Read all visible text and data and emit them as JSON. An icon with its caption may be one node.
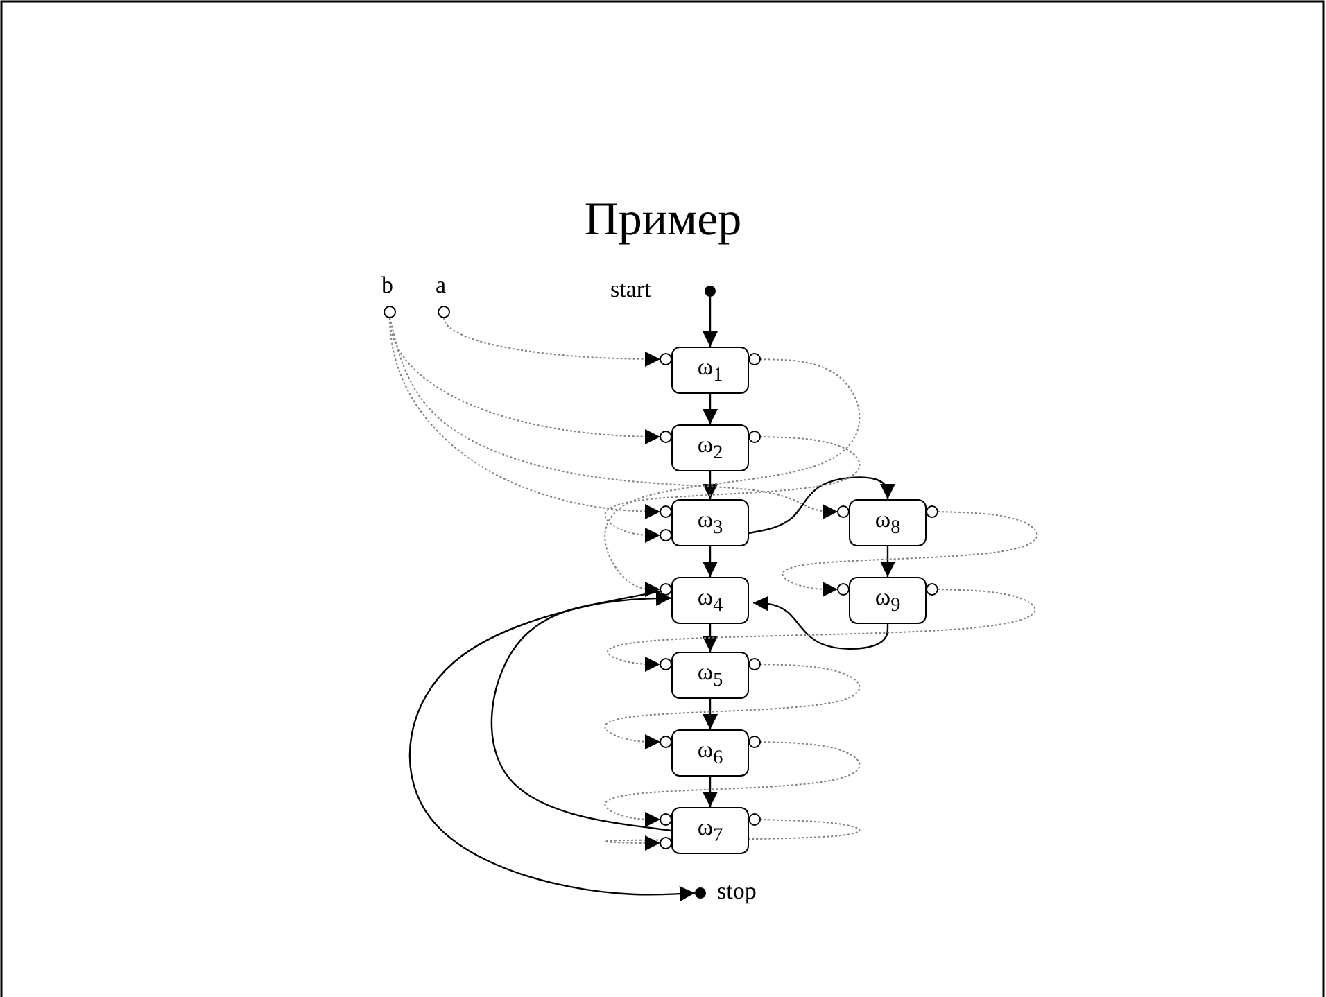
{
  "diagram": {
    "title": "Пример",
    "nodes": [
      {
        "text": [
          "b"
        ]
      },
      {
        "text": [
          "a"
        ]
      },
      {
        "text": [
          "start"
        ]
      },
      {
        "text": [
          "ω$_{1}$"
        ]
      },
      {
        "text": [
          "ω$_{2}$"
        ]
      },
      {
        "text": [
          "ω$_{3}$"
        ]
      },
      {
        "text": [
          "ω$_{4}$"
        ]
      },
      {
        "text": [
          "ω$_{5}$"
        ]
      },
      {
        "text": [
          "ω$_{6}$"
        ]
      },
      {
        "text": [
          "ω$_{7}$"
        ]
      },
      {
        "text": [
          "ω$_{8}$"
        ]
      },
      {
        "text": [
          "ω$_{9}$"
        ]
      },
      {
        "text": [
          "stop"
        ]
      }
    ],
    "edges": [
      {
        "from": 2,
        "to": 3,
        "arrow": "to"
      },
      {
        "from": 3,
        "to": 4,
        "arrow": "to"
      },
      {
        "from": 4,
        "to": 5,
        "arrow": "to"
      },
      {
        "from": 5,
        "to": 6,
        "arrow": "to"
      },
      {
        "from": 6,
        "to": 7,
        "arrow": "to"
      },
      {
        "from": 7,
        "to": 8,
        "arrow": "to"
      },
      {
        "from": 8,
        "to": 9,
        "arrow": "to"
      },
      {
        "from": 5,
        "to": 10,
        "arrow": "to"
      },
      {
        "from": 10,
        "to": 11,
        "arrow": "to"
      },
      {
        "from": 11,
        "to": 6,
        "arrow": "to"
      },
      {
        "from": 9,
        "to": 6,
        "arrow": "to"
      },
      {
        "from": 6,
        "to": 12,
        "arrow": "to"
      },
      {
        "from": 1,
        "to": 3,
        "arrow": "to",
        "style": "dashed",
        "color": "#808080"
      },
      {
        "from": 0,
        "to": 4,
        "arrow": "to",
        "style": "dashed",
        "color": "#808080"
      },
      {
        "from": 0,
        "to": 5,
        "arrow": "to",
        "style": "dashed",
        "color": "#808080"
      },
      {
        "from": 0,
        "to": 10,
        "arrow": "to",
        "style": "dashed",
        "color": "#808080"
      },
      {
        "from": 3,
        "to": 6,
        "arrow": "to",
        "style": "dashed",
        "color": "#808080"
      },
      {
        "from": 4,
        "to": 5,
        "arrow": "to",
        "style": "dashed",
        "color": "#808080"
      },
      {
        "from": 10,
        "to": 11,
        "arrow": "to",
        "style": "dashed",
        "color": "#808080"
      },
      {
        "from": 11,
        "to": 7,
        "arrow": "to",
        "style": "dashed",
        "color": "#808080"
      },
      {
        "from": 7,
        "to": 8,
        "arrow": "to",
        "style": "dashed",
        "color": "#808080"
      },
      {
        "from": 8,
        "to": 9,
        "arrow": "to",
        "style": "dashed",
        "color": "#808080"
      },
      {
        "from": 9,
        "to": 9,
        "arrow": "to",
        "style": "dashed",
        "color": "#808080"
      }
    ]
  }
}
